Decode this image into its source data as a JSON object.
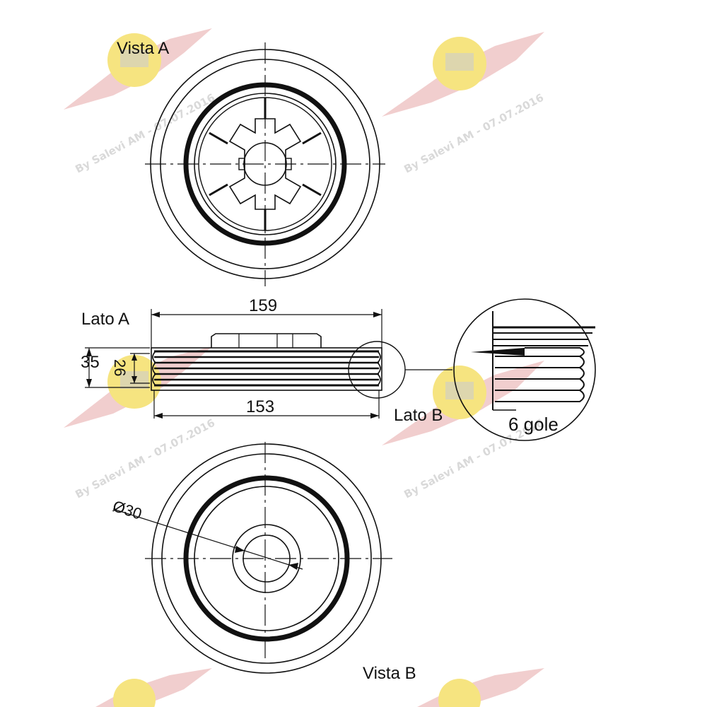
{
  "labels": {
    "vista_a": "Vista A",
    "vista_b": "Vista B",
    "lato_a": "Lato A",
    "lato_b": "Lato B",
    "grooves": "6 gole"
  },
  "dimensions": {
    "outer_width": "159",
    "inner_width": "153",
    "height_total": "35",
    "height_inner": "26",
    "bore_diameter": "Ø30"
  },
  "watermark": {
    "text": "By Salevi AM - 07.07.2016",
    "logo_color": "#e8b8b8",
    "badge_color": "#f5e06a"
  },
  "colors": {
    "ink": "#111111",
    "watermark_text": "#d9d9d9"
  }
}
